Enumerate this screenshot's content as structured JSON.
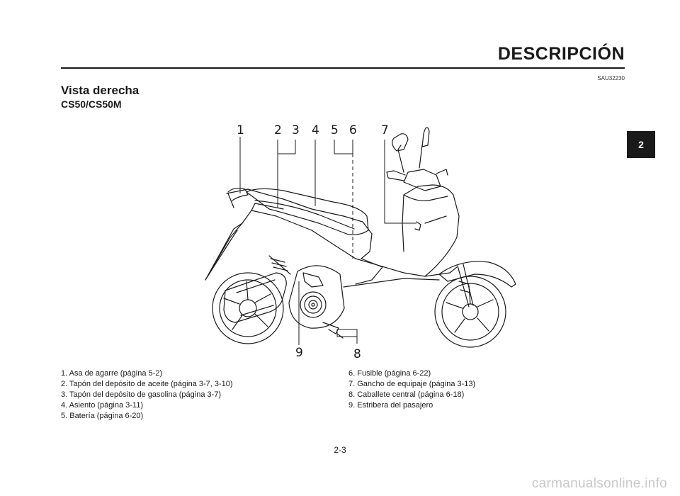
{
  "header": {
    "title": "DESCRIPCIÓN",
    "code": "SAU32230"
  },
  "section": {
    "title": "Vista derecha",
    "model": "CS50/CS50M"
  },
  "tab": {
    "label": "2"
  },
  "figure": {
    "callouts": [
      "1",
      "2",
      "3",
      "4",
      "5",
      "6",
      "7",
      "8",
      "9"
    ]
  },
  "legend": {
    "left": [
      "1. Asa de agarre (página 5-2)",
      "2. Tapón del depósito de aceite (página 3-7, 3-10)",
      "3. Tapón del depósito de gasolina (página 3-7)",
      "4. Asiento (página 3-11)",
      "5. Batería (página 6-20)"
    ],
    "right": [
      "6. Fusible (página 6-22)",
      "7. Gancho de equipaje (página 3-13)",
      "8. Caballete central (página 6-18)",
      "9. Estribera del pasajero"
    ]
  },
  "footer": {
    "page": "2-3",
    "watermark": "carmanualsonline.info"
  }
}
